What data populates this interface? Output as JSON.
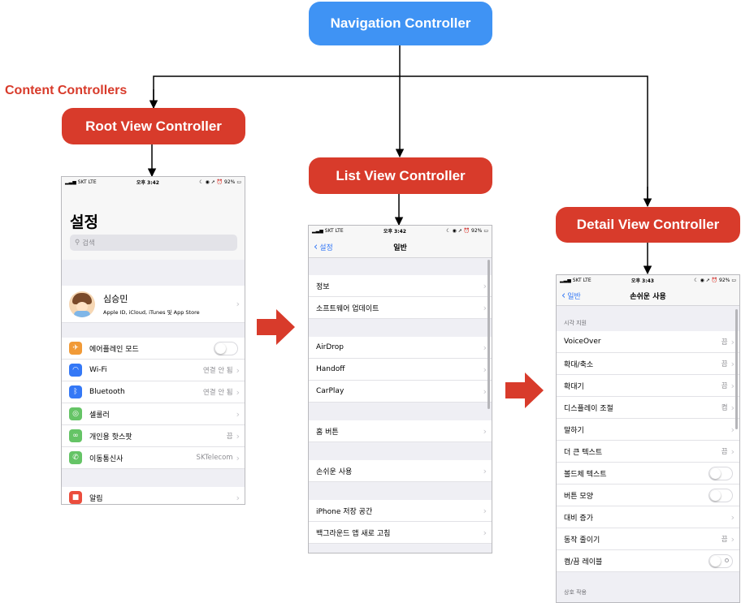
{
  "nodes": {
    "navigation_controller": "Navigation Controller",
    "root_view_controller": "Root View Controller",
    "list_view_controller": "List View Controller",
    "detail_view_controller": "Detail View Controller"
  },
  "section_label": "Content Controllers",
  "colors": {
    "navigation": "#3f93f4",
    "content": "#d83b2b",
    "ios_blue": "#3478f6"
  },
  "root_screen": {
    "status": {
      "carrier": "SKT",
      "network": "LTE",
      "time": "오후 3:42",
      "battery": "92%"
    },
    "title": "설정",
    "search_placeholder": "검색",
    "profile": {
      "name": "심승민",
      "subtitle": "Apple ID, iCloud, iTunes 및 App Store"
    },
    "rows": [
      {
        "label": "에어플레인 모드",
        "value": "",
        "icon": "airplane-icon",
        "color": "#f19a37",
        "control": "toggle"
      },
      {
        "label": "Wi-Fi",
        "value": "연결 안 됨",
        "icon": "wifi-icon",
        "color": "#3478f6",
        "control": "chevron"
      },
      {
        "label": "Bluetooth",
        "value": "연결 안 됨",
        "icon": "bluetooth-icon",
        "color": "#3478f6",
        "control": "chevron"
      },
      {
        "label": "셀룰러",
        "value": "",
        "icon": "cellular-icon",
        "color": "#65c466",
        "control": "chevron"
      },
      {
        "label": "개인용 핫스팟",
        "value": "끔",
        "icon": "hotspot-icon",
        "color": "#65c466",
        "control": "chevron"
      },
      {
        "label": "이동통신사",
        "value": "SKTelecom",
        "icon": "phone-icon",
        "color": "#65c466",
        "control": "chevron"
      }
    ],
    "notifications_row": {
      "label": "알림",
      "icon": "notification-icon",
      "color": "#eb4d3d"
    }
  },
  "list_screen": {
    "status": {
      "carrier": "SKT",
      "network": "LTE",
      "time": "오후 3:42",
      "battery": "92%"
    },
    "back": "설정",
    "title": "일반",
    "groups": [
      [
        "정보",
        "소프트웨어 업데이트"
      ],
      [
        "AirDrop",
        "Handoff",
        "CarPlay"
      ],
      [
        "홈 버튼"
      ],
      [
        "손쉬운 사용"
      ],
      [
        "iPhone 저장 공간",
        "백그라운드 앱 새로 고침"
      ]
    ]
  },
  "detail_screen": {
    "status": {
      "carrier": "SKT",
      "network": "LTE",
      "time": "오후 3:43",
      "battery": "92%"
    },
    "back": "일반",
    "title": "손쉬운 사용",
    "section_header": "시각 지원",
    "rows": [
      {
        "label": "VoiceOver",
        "value": "끔",
        "control": "chevron"
      },
      {
        "label": "확대/축소",
        "value": "끔",
        "control": "chevron"
      },
      {
        "label": "확대기",
        "value": "끔",
        "control": "chevron"
      },
      {
        "label": "디스플레이 조절",
        "value": "켬",
        "control": "chevron"
      },
      {
        "label": "말하기",
        "value": "",
        "control": "chevron"
      },
      {
        "label": "더 큰 텍스트",
        "value": "끔",
        "control": "chevron"
      },
      {
        "label": "볼드체 텍스트",
        "value": "",
        "control": "toggle"
      },
      {
        "label": "버튼 모양",
        "value": "",
        "control": "toggle"
      },
      {
        "label": "대비 증가",
        "value": "",
        "control": "chevron"
      },
      {
        "label": "동작 줄이기",
        "value": "끔",
        "control": "chevron"
      },
      {
        "label": "켬/끔 레이블",
        "value": "",
        "control": "toggle-labeled"
      }
    ],
    "footer_header": "상호 작용"
  }
}
